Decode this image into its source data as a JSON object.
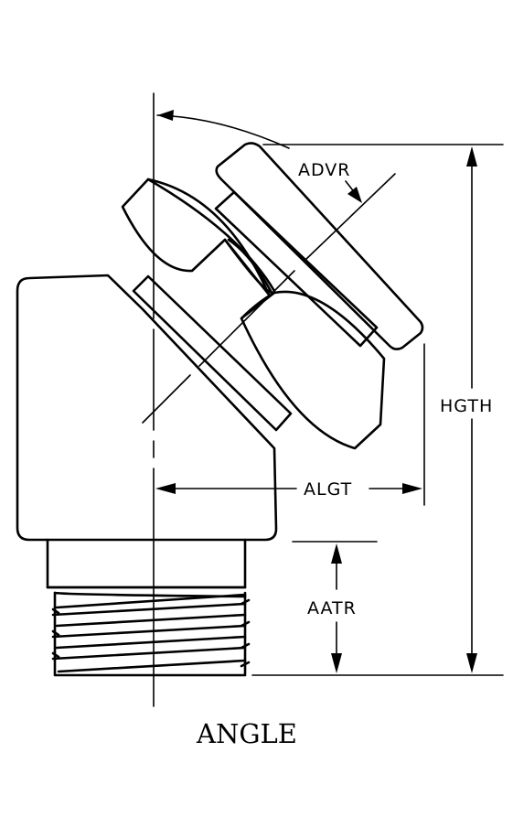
{
  "diagram": {
    "caption": "ANGLE",
    "labels": {
      "advr": "ADVR",
      "hgth": "HGTH",
      "algt": "ALGT",
      "aatr": "AATR"
    },
    "colors": {
      "ink": "#000000",
      "paper": "#ffffff"
    }
  }
}
